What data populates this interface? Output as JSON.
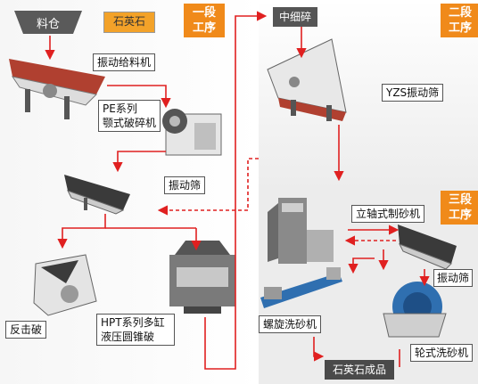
{
  "inputs": {
    "hopper": "料仓",
    "material": "石英石"
  },
  "stages": {
    "stage1_line1": "一段",
    "stage1_line2": "工序",
    "stage2_line1": "二段",
    "stage2_line2": "工序",
    "stage3_line1": "三段",
    "stage3_line2": "工序"
  },
  "machines": {
    "feeder": "振动给料机",
    "jaw_line1": "PE系列",
    "jaw_line2": "颚式破碎机",
    "screen1": "振动筛",
    "impact": "反击破",
    "cone_line1": "HPT系列多缸",
    "cone_line2": "液压圆锥破",
    "mid_crush": "中细碎",
    "yzs_screen": "YZS振动筛",
    "vsi": "立轴式制砂机",
    "screen3": "振动筛",
    "spiral_washer": "螺旋洗砂机",
    "wheel_washer": "轮式洗砂机",
    "product": "石英石成品"
  },
  "colors": {
    "arrow": "#e02020",
    "stage": "#f08a1a",
    "panel": "#f0f0f0"
  }
}
